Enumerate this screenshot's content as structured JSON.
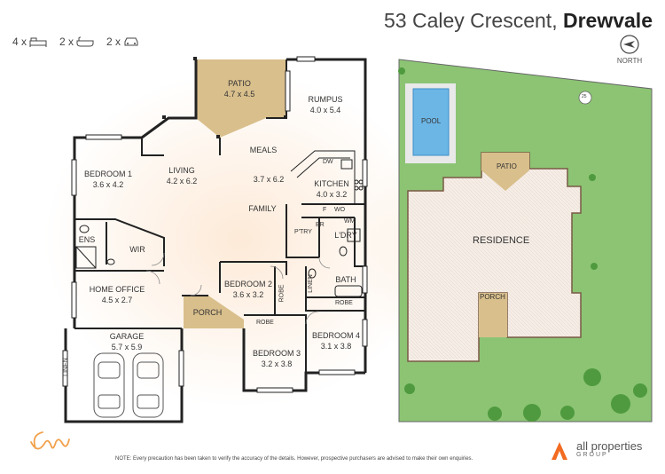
{
  "header": {
    "address_street": "53 Caley Crescent,",
    "address_suburb": "Drewvale",
    "north_label": "NORTH"
  },
  "specs": {
    "bedrooms": "4 x",
    "bathrooms": "2 x",
    "cars": "2 x",
    "bed_icon": "bed-icon",
    "bath_icon": "bath-icon",
    "car_icon": "car-icon"
  },
  "rooms": {
    "patio": {
      "name": "PATIO",
      "size": "4.7 x 4.5"
    },
    "rumpus": {
      "name": "RUMPUS",
      "size": "4.0 x 5.4"
    },
    "bedroom1": {
      "name": "BEDROOM 1",
      "size": "3.6 x 4.2"
    },
    "living": {
      "name": "LIVING",
      "size": "4.2 x 6.2"
    },
    "meals": {
      "name": "MEALS"
    },
    "meals_family_size": "3.7 x 6.2",
    "family": {
      "name": "FAMILY"
    },
    "kitchen": {
      "name": "KITCHEN",
      "size": "4.0 x 3.2"
    },
    "dw": "DW",
    "f": "F",
    "wo": "WO",
    "wm": "WM",
    "br": "BR",
    "ens": "ENS",
    "wir": "WIR",
    "ptry": "P'TRY",
    "ldry": "L'DRY",
    "home_office": {
      "name": "HOME OFFICE",
      "size": "4.5 x 2.7"
    },
    "bedroom2": {
      "name": "BEDROOM 2",
      "size": "3.6 x 3.2"
    },
    "bath": "BATH",
    "linen_hall": "LINEN",
    "robe_b2": "ROBE",
    "robe_b3": "ROBE",
    "robe_b4": "ROBE",
    "porch": "PORCH",
    "garage": {
      "name": "GARAGE",
      "size": "5.7 x 5.9"
    },
    "linen_garage": "LINEN",
    "bedroom3": {
      "name": "BEDROOM 3",
      "size": "3.2 x 3.8"
    },
    "bedroom4": {
      "name": "BEDROOM 4",
      "size": "3.1 x 3.8"
    }
  },
  "site": {
    "pool": "POOL",
    "patio": "PATIO",
    "residence": "RESIDENCE",
    "porch": "PORCH",
    "boundary_mark": "25"
  },
  "footer": {
    "note": "NOTE: Every precaution has been taken to verify the accuracy of the details. However, prospective purchasers are advised to make their own enquiries.",
    "brand_name": "all properties",
    "brand_sub": "GROUP",
    "brand_color": "#f26b21"
  },
  "colors": {
    "wall": "#222222",
    "patio_fill": "#d9bf8c",
    "porch_fill": "#d9bf8c",
    "grass": "#8cc474",
    "pool": "#6cb6e6",
    "residence": "#f4ece6"
  }
}
